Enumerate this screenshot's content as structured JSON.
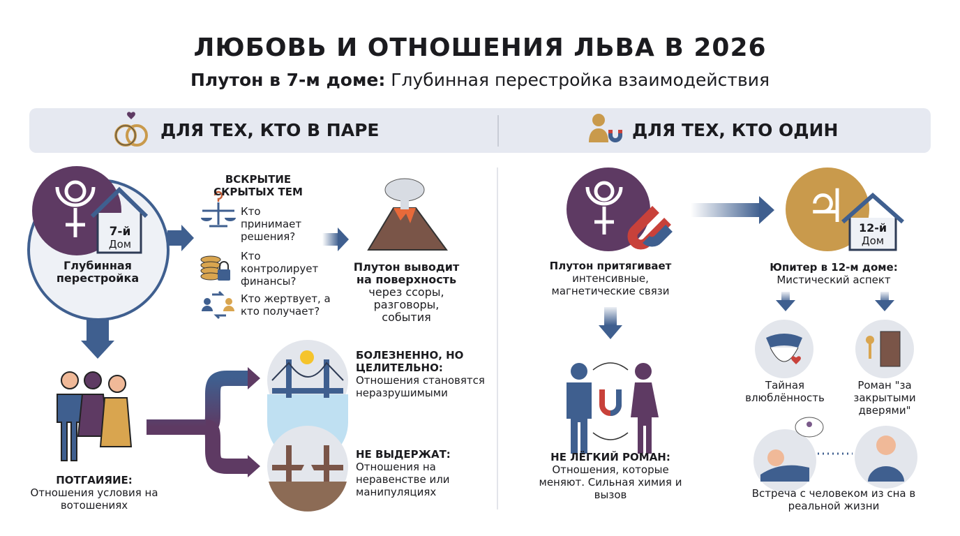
{
  "title": "ЛЮБОВЬ И ОТНОШЕНИЯ ЛЬВА В 2026",
  "subtitle": {
    "bold": "Плутон в 7-м доме:",
    "rest": " Глубинная перестройка взаимодействия"
  },
  "colors": {
    "purple": "#5e3a63",
    "blue": "#3f5f8f",
    "gold": "#c99a4c",
    "band": "#e6e9f1"
  },
  "couples": {
    "header": "ДЛЯ ТЕХ, КТО В ПАРЕ",
    "header_icon": "rings-icon",
    "house": {
      "num": "7-й",
      "label": "Дом"
    },
    "core": "Глубинная перестройка",
    "hidden": {
      "title": "ВСКРЫТИЕ СКРЫТЫХ ТЕМ",
      "items": [
        {
          "icon": "scales-question-icon",
          "text": "Кто принимает решения?"
        },
        {
          "icon": "coins-lock-icon",
          "text": "Кто контролирует финансы?"
        },
        {
          "icon": "exchange-people-icon",
          "text": "Кто жертвует, а кто получает?"
        }
      ]
    },
    "volcano": {
      "bold": "Плутон выводит на поверхность",
      "rest": " через ссоры, разговоры, события"
    },
    "people": {
      "title": "ПОТГАИЯИЕ:",
      "text": "Отношения условия на вотошениях"
    },
    "outcomes": [
      {
        "title": "БОЛЕЗНЕННО, НО ЦЕЛИТЕЛЬНО:",
        "text": "Отношения становятся неразрушимыми"
      },
      {
        "title": "НЕ ВЫДЕРЖАТ:",
        "text": "Отношения на неравенстве или манипуляциях"
      }
    ]
  },
  "singles": {
    "header": "ДЛЯ ТЕХ, КТО ОДИН",
    "header_icon": "person-magnet-icon",
    "pluto": {
      "bold": "Плутон притягивает",
      "rest": "интенсивные, магнетические связи"
    },
    "romance": {
      "title": "НЕ ЛЁГКИЙ РОМАН:",
      "text": "Отношения, которые меняют. Сильная химия и вызов"
    },
    "jupiter": {
      "symbol": "♃",
      "house_num": "12-й",
      "house_label": "Дом",
      "bold": "Юпитер в 12-м доме:",
      "rest": "Мистический аспект"
    },
    "secret": "Тайная влюблённость",
    "closed": "Роман \"за закрытыми дверями\"",
    "dream": "Встреча с человеком из сна в реальной жизни"
  }
}
